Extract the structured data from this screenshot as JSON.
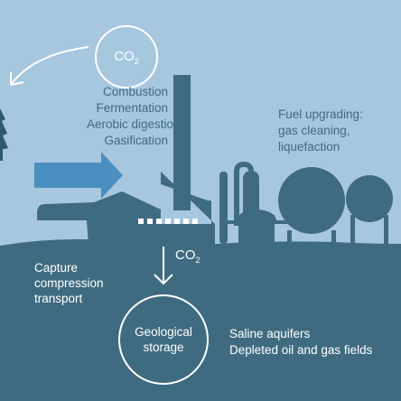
{
  "co2_top": {
    "base": "CO",
    "sub": "2"
  },
  "processes": [
    "Combustion",
    "Fermentation",
    "Aerobic digestion",
    "Gasification"
  ],
  "upgrading": [
    "Fuel upgrading:",
    "gas cleaning,",
    "liquefaction"
  ],
  "co2_mid": {
    "base": "CO",
    "sub": "2"
  },
  "capture": [
    "Capture",
    "compression",
    "transport"
  ],
  "storage": [
    "Geological",
    "storage"
  ],
  "storage_types": [
    "Saline aquifers",
    "Depleted oil and gas fields"
  ],
  "colors": {
    "sky": "#a7c7df",
    "ground": "#3f6b80",
    "arrow": "#4b8fc0",
    "white": "#ffffff"
  }
}
